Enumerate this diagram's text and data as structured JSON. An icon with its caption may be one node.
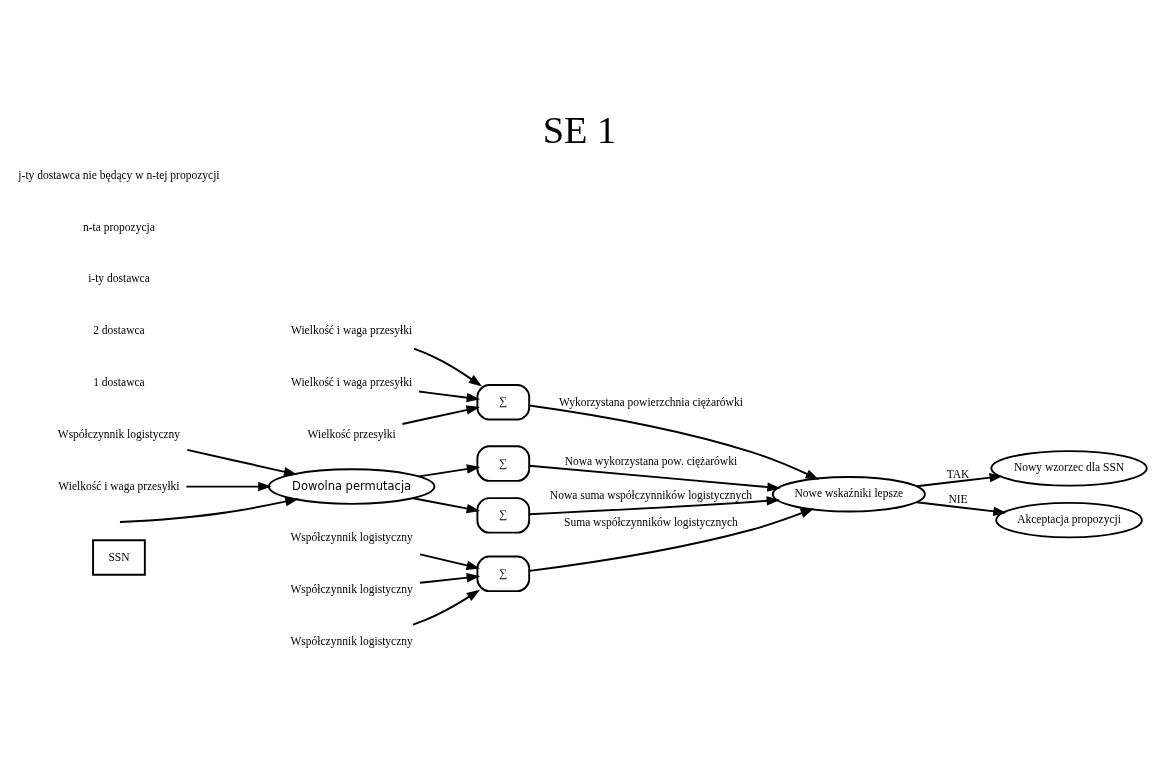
{
  "diagram": {
    "title": "SE 1",
    "nodes": [
      {
        "text": [
          "SSN"
        ]
      },
      {
        "text": [
          "Współczynnik logistyczny"
        ]
      },
      {
        "text": [
          "Wielkość przesyłki"
        ]
      },
      {
        "text": [
          "Współczynnik logistyczny"
        ]
      },
      {
        "text": [
          "Wielkość i waga przesyłki"
        ]
      },
      {
        "text": [
          "Współczynnik logistyczny"
        ]
      },
      {
        "text": [
          "Wielkość i waga przesyłki"
        ]
      },
      {
        "text": [
          "∑"
        ]
      },
      {
        "text": [
          "∑"
        ]
      },
      {
        "text": [
          "Nowe wskaźniki lepsze"
        ]
      },
      {
        "text": [
          "Nowy wzorzec dla SSN"
        ]
      },
      {
        "text": [
          "Akceptacja propozycji"
        ]
      },
      {
        "text": [
          "Dowolna permutacja"
        ]
      },
      {
        "text": [
          "∑"
        ]
      },
      {
        "text": [
          "∑"
        ]
      },
      {
        "text": [
          "Współczynnik logistyczny"
        ]
      },
      {
        "text": [
          "Wielkość i waga przesyłki"
        ]
      }
    ],
    "edges": [
      {
        "from": 1,
        "to": 8,
        "arrow": "to"
      },
      {
        "from": 2,
        "to": 7,
        "arrow": "to"
      },
      {
        "from": 3,
        "to": 8,
        "arrow": "to"
      },
      {
        "from": 4,
        "to": 7,
        "arrow": "to"
      },
      {
        "from": 5,
        "to": 8,
        "arrow": "to"
      },
      {
        "from": 6,
        "to": 7,
        "arrow": "to"
      },
      {
        "from": null,
        "to": 12,
        "arrow": "to"
      },
      {
        "from": 15,
        "to": 12,
        "arrow": "to"
      },
      {
        "from": 16,
        "to": 12,
        "arrow": "to"
      },
      {
        "from": 12,
        "to": 13,
        "arrow": "to"
      },
      {
        "from": 12,
        "to": 14,
        "arrow": "to"
      },
      {
        "from": 7,
        "to": 9,
        "arrow": "to",
        "label": "Wykorzystana powierzchnia ciężarówki"
      },
      {
        "from": 8,
        "to": 9,
        "arrow": "to",
        "label": "Suma współczynników logistycznych"
      },
      {
        "from": 13,
        "to": 9,
        "arrow": "to",
        "label": "Nowa wykorzystana pow. ciężarówki"
      },
      {
        "from": 14,
        "to": 9,
        "arrow": "to",
        "label": "Nowa suma współczynników logistycznych"
      },
      {
        "from": 9,
        "to": 10,
        "arrow": "to",
        "label": "TAK"
      },
      {
        "from": 9,
        "to": 11,
        "arrow": "to",
        "label": "NIE"
      }
    ],
    "labels": [
      "1 dostawca",
      "2 dostawca",
      "i-ty dostawca",
      "n-ta propozycja",
      "j-ty dostawca nie będący w n-tej propozycji"
    ]
  }
}
